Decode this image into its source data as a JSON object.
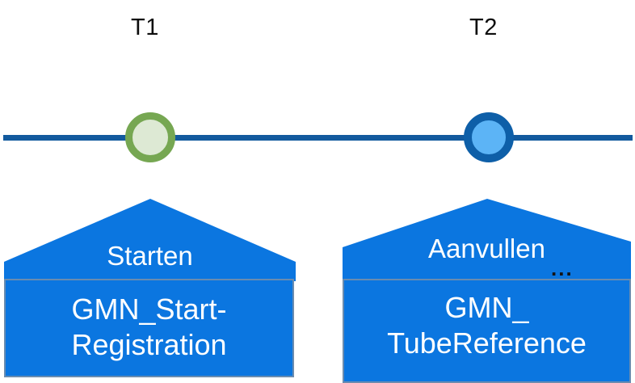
{
  "diagram": {
    "type": "timeline",
    "background_color": "#FFFFFF",
    "axis": {
      "color": "#125A9E",
      "name": "timeline-axis"
    },
    "markers": [
      {
        "id": "T1",
        "label": "T1",
        "ring_color": "#76A752",
        "fill_color": "#DDE9D4"
      },
      {
        "id": "T2",
        "label": "T2",
        "ring_color": "#0E5FA8",
        "fill_color": "#5CB4F6"
      }
    ],
    "events": [
      {
        "id": "event-1",
        "action_label": "Starten",
        "ellipsis": "",
        "message_lines": [
          "GMN_Start-",
          "Registration"
        ],
        "message_full": "GMN_StartRegistration",
        "shape_color": "#0B76E0",
        "border_color": "#6A8CB0",
        "text_color": "#FFFFFF"
      },
      {
        "id": "event-2",
        "action_label": "Aanvullen",
        "ellipsis": "...",
        "message_lines": [
          "GMN_",
          "TubeReference"
        ],
        "message_full": "GMN_TubeReference",
        "shape_color": "#0B76E0",
        "border_color": "#6A8CB0",
        "text_color": "#FFFFFF"
      }
    ]
  }
}
